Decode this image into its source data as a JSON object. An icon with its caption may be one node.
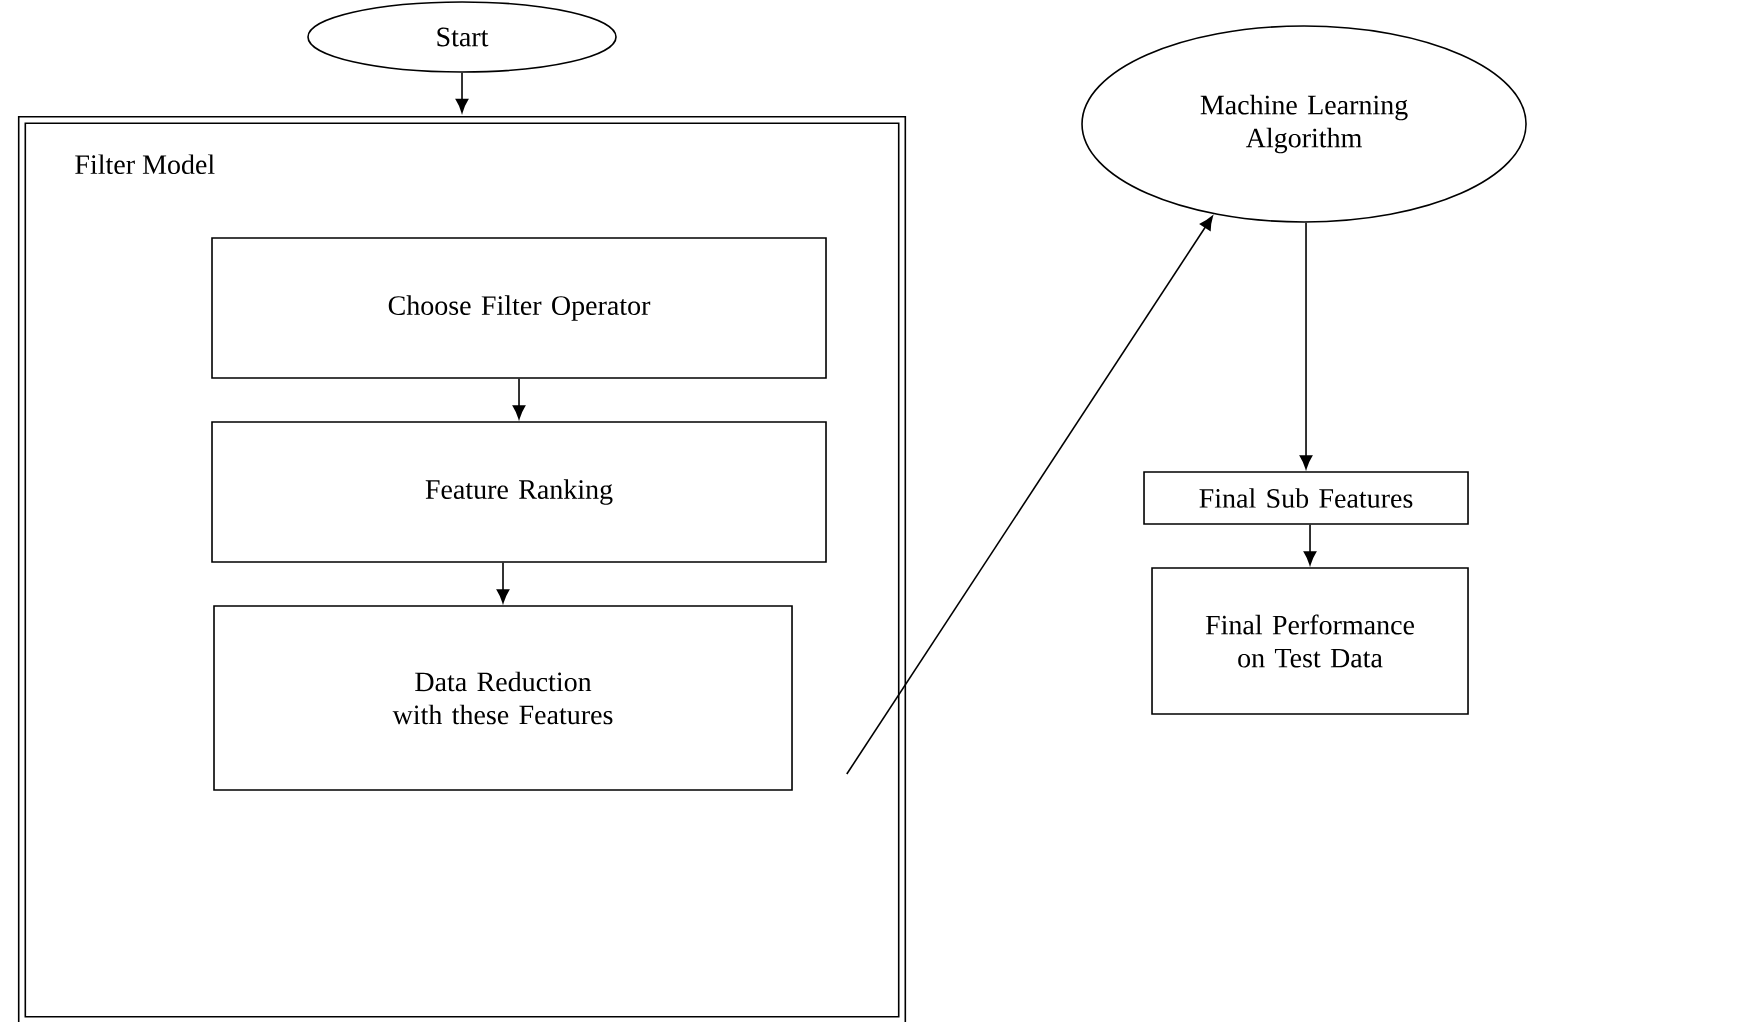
{
  "diagram": {
    "nodes": [
      {
        "text": [
          "Start"
        ]
      },
      {
        "text": [
          "Filter Model"
        ]
      },
      {
        "text": [
          "Choose Filter Operator"
        ],
        "in": 1
      },
      {
        "text": [
          "Feature Ranking"
        ],
        "in": 1
      },
      {
        "text": [
          "Data Reduction with these Features"
        ],
        "in": 1
      },
      {
        "text": [
          "Machine Learning Algorithm"
        ]
      },
      {
        "text": [
          "Final Sub Features"
        ]
      },
      {
        "text": [
          "Final Performance on Test Data"
        ]
      }
    ],
    "edges": [
      {
        "from": 0,
        "to": 1,
        "arrow": "to"
      },
      {
        "from": 2,
        "to": 3,
        "arrow": "to"
      },
      {
        "from": 3,
        "to": 4,
        "arrow": "to"
      },
      {
        "from": 4,
        "to": 5,
        "arrow": "to"
      },
      {
        "from": 5,
        "to": 6,
        "arrow": "to"
      },
      {
        "from": 6,
        "to": 7,
        "arrow": "to"
      }
    ]
  }
}
